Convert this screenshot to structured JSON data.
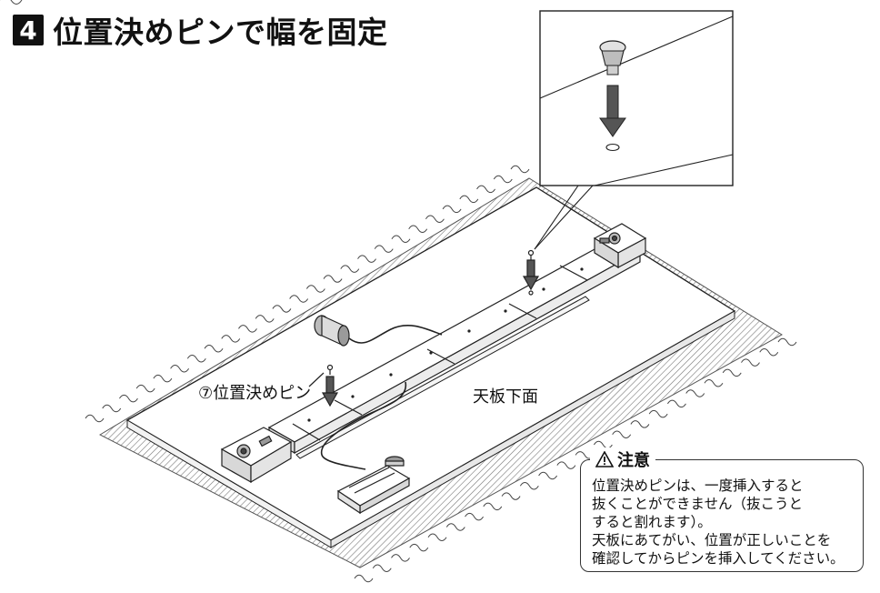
{
  "step": {
    "number": "4",
    "title": "位置決めピンで幅を固定"
  },
  "labels": {
    "pin_callout": "⑦位置決めピン",
    "underside": "天板下面"
  },
  "caution": {
    "title": "注意",
    "lines": [
      "位置決めピンは、一度挿入すると",
      "抜くことができません（抜こうと",
      "すると割れます）。",
      "天板にあてがい、位置が正しいことを",
      "確認してからピンを挿入してください。"
    ]
  },
  "icons": {
    "warning": "warning-triangle-icon"
  }
}
